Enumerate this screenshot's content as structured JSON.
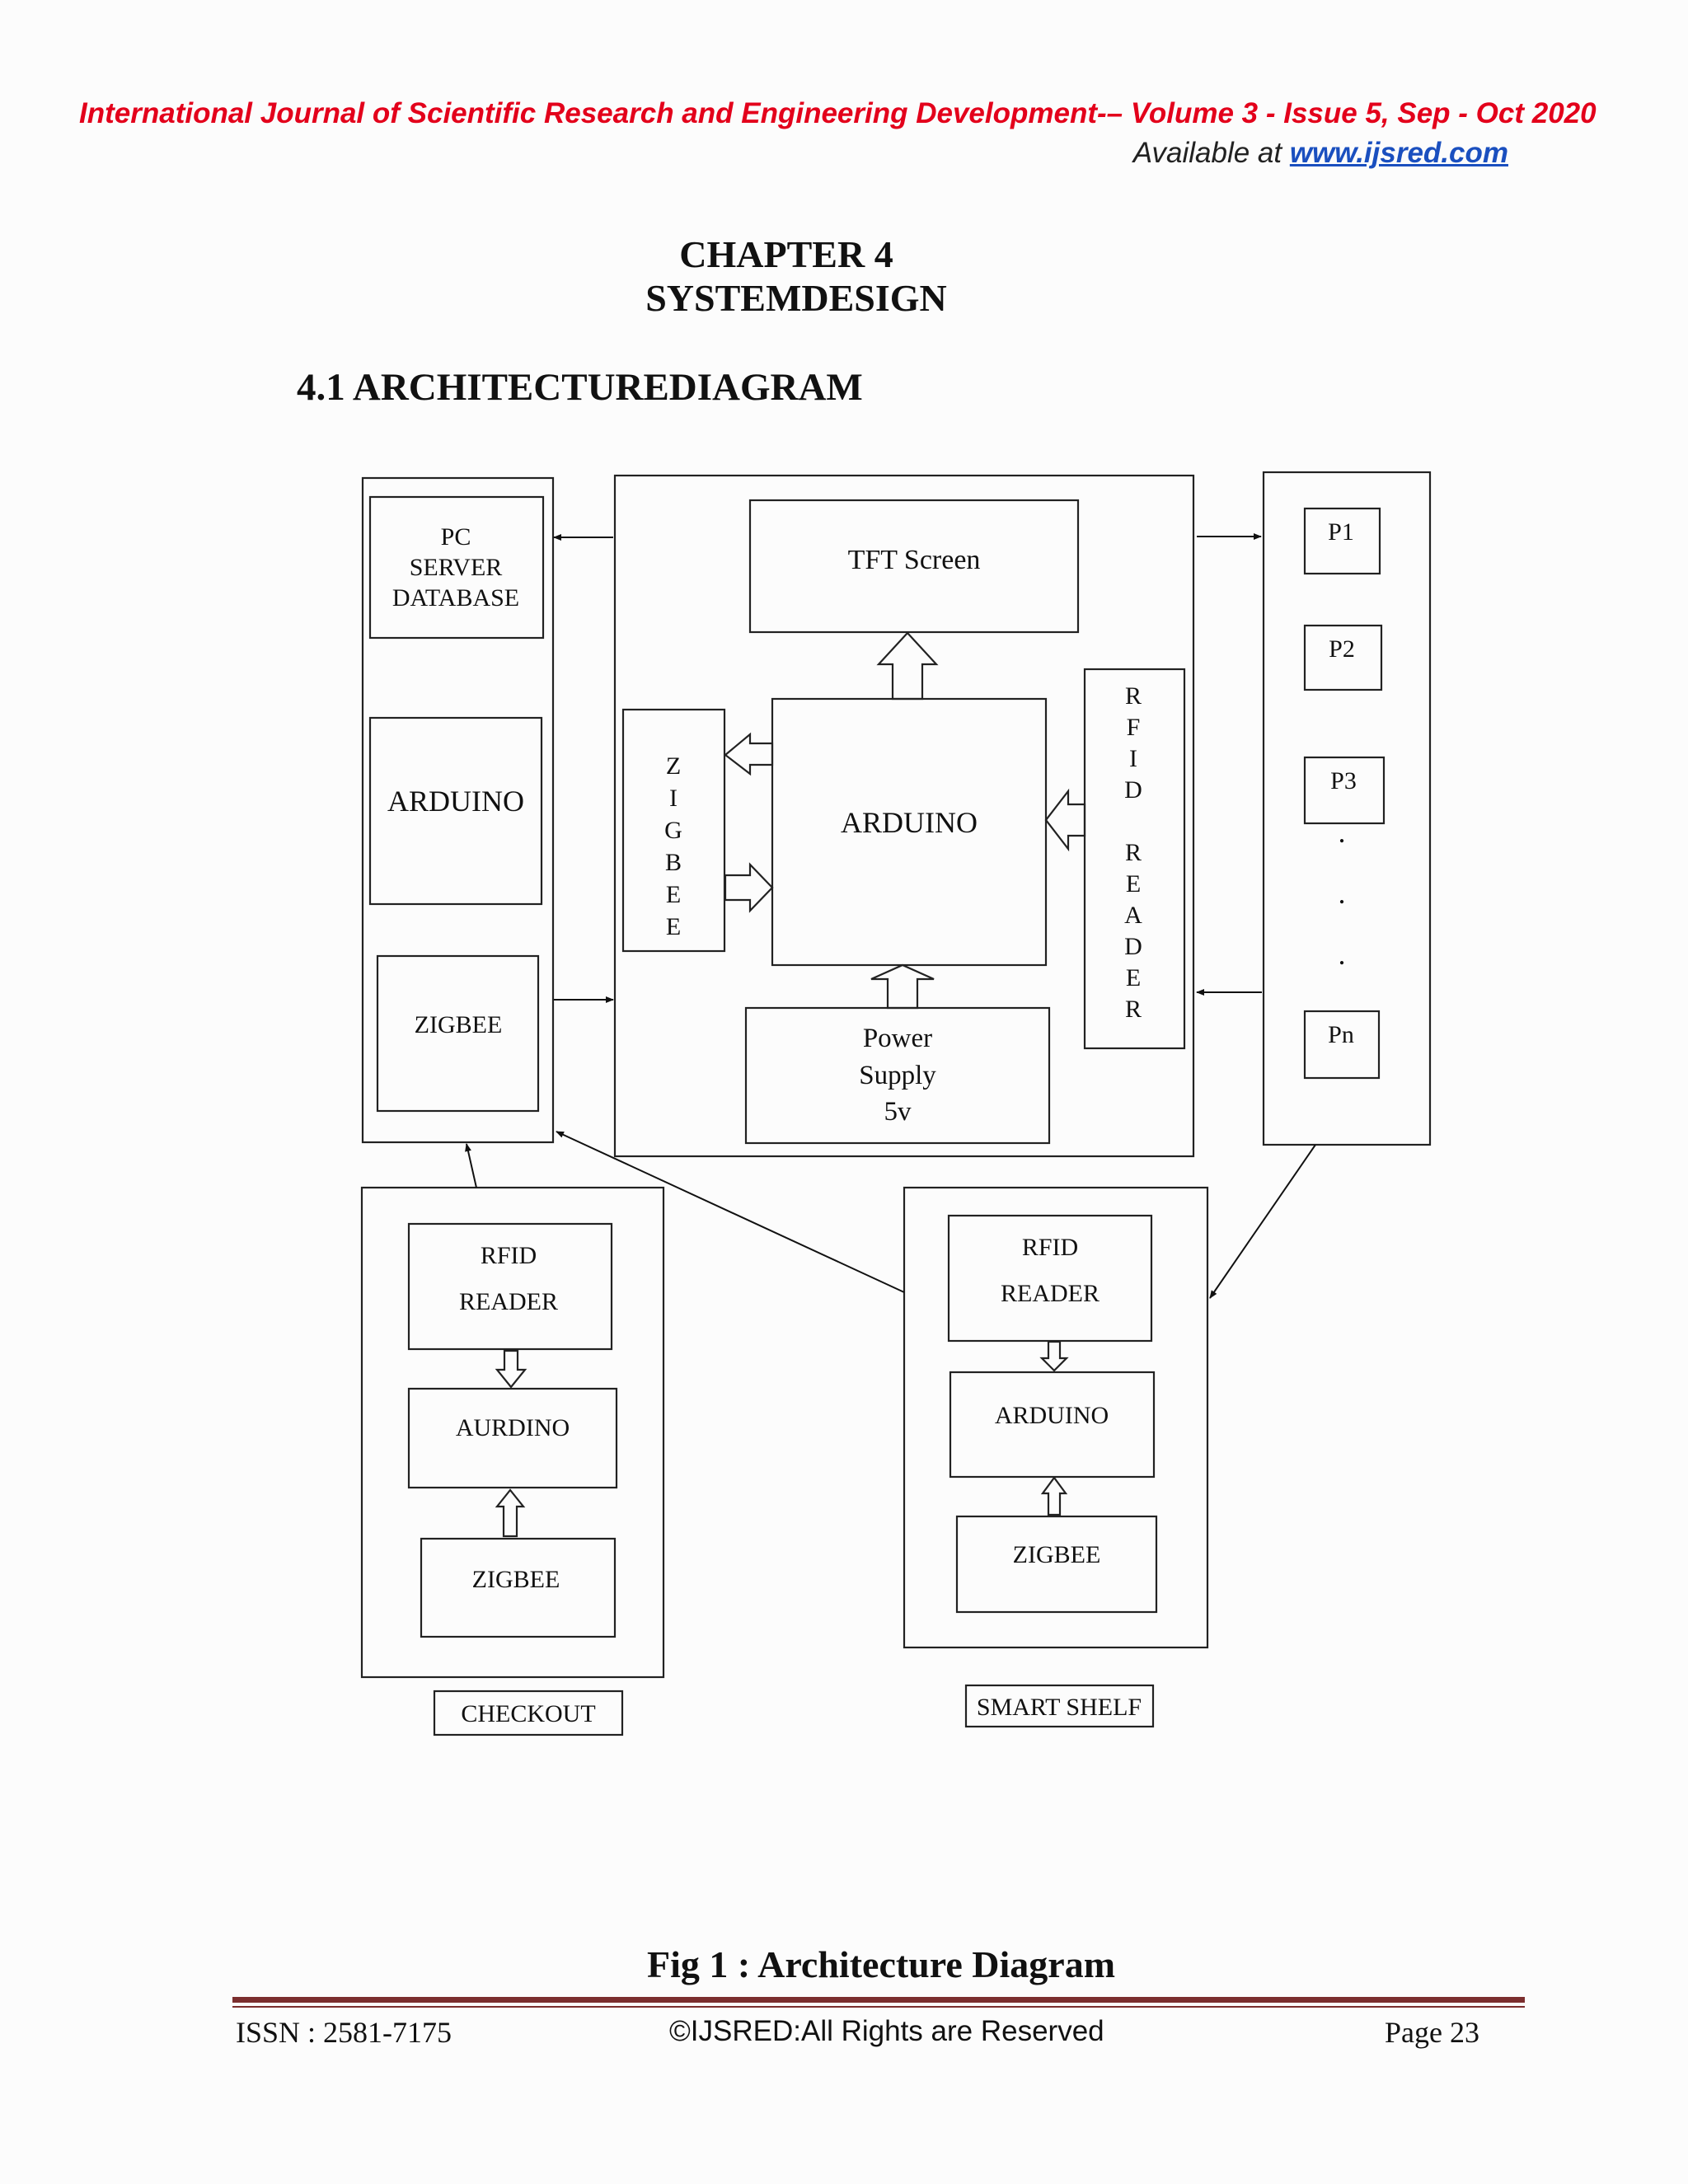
{
  "header": {
    "journal": "International Journal of Scientific Research and Engineering Development-– Volume 3 - Issue 5, Sep - Oct 2020",
    "available_prefix": "Available at ",
    "website": "www.ijsred.com"
  },
  "chapter": {
    "number": "CHAPTER 4",
    "title": "SYSTEMDESIGN"
  },
  "section": {
    "heading": "4.1 ARCHITECTUREDIAGRAM"
  },
  "diagram": {
    "server": {
      "label_1": "PC",
      "label_2": "SERVER",
      "label_3": "DATABASE",
      "arduino": "ARDUINO",
      "zigbee": "ZIGBEE"
    },
    "main": {
      "tft": "TFT Screen",
      "arduino": "ARDUINO",
      "zigbee_letters": [
        "Z",
        "I",
        "G",
        "B",
        "E",
        "E"
      ],
      "rfid_letters": [
        "R",
        "F",
        "I",
        "D",
        "",
        "R",
        "E",
        "A",
        "D",
        "E",
        "R"
      ],
      "power_1": "Power",
      "power_2": "Supply",
      "power_3": "5v"
    },
    "products": {
      "p1": "P1",
      "p2": "P2",
      "p3": "P3",
      "dot": ".",
      "pn": "Pn"
    },
    "checkout": {
      "rfid_1": "RFID",
      "rfid_2": "READER",
      "arduino": "AURDINO",
      "zigbee": "ZIGBEE",
      "label": "CHECKOUT"
    },
    "shelf": {
      "rfid_1": "RFID",
      "rfid_2": "READER",
      "arduino": "ARDUINO",
      "zigbee": "ZIGBEE",
      "label": "SMART SHELF"
    }
  },
  "caption": "Fig 1 : Architecture Diagram",
  "footer": {
    "issn": "ISSN : 2581-7175",
    "rights": "©IJSRED:All Rights are Reserved",
    "page": "Page 23"
  }
}
